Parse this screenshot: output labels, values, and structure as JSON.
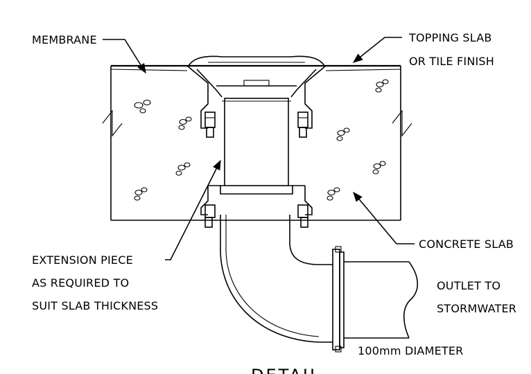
{
  "labels": {
    "membrane": "MEMBRANE",
    "topping_slab_1": "TOPPING SLAB",
    "topping_slab_2": "OR TILE FINISH",
    "extension_1": "EXTENSION PIECE",
    "extension_2": "AS REQUIRED TO",
    "extension_3": "SUIT SLAB THICKNESS",
    "concrete_slab": "CONCRETE SLAB",
    "outlet_1": "OUTLET TO",
    "outlet_2": "STORMWATER",
    "diameter": "100mm DIAMETER",
    "detail_title": "DETAIL"
  }
}
